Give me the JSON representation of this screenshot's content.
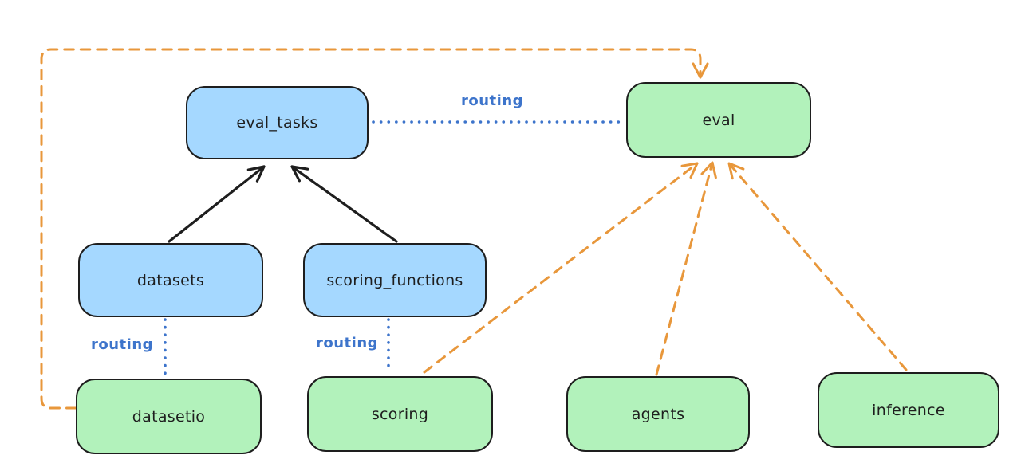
{
  "diagram": {
    "nodes": [
      {
        "id": "eval_tasks",
        "label": "eval_tasks",
        "fill": "#a5d8ff",
        "kind": "resource"
      },
      {
        "id": "eval",
        "label": "eval",
        "fill": "#b2f2bb",
        "kind": "api"
      },
      {
        "id": "datasets",
        "label": "datasets",
        "fill": "#a5d8ff",
        "kind": "resource"
      },
      {
        "id": "scoring_functions",
        "label": "scoring_functions",
        "fill": "#a5d8ff",
        "kind": "resource"
      },
      {
        "id": "datasetio",
        "label": "datasetio",
        "fill": "#b2f2bb",
        "kind": "api"
      },
      {
        "id": "scoring",
        "label": "scoring",
        "fill": "#b2f2bb",
        "kind": "api"
      },
      {
        "id": "agents",
        "label": "agents",
        "fill": "#b2f2bb",
        "kind": "api"
      },
      {
        "id": "inference",
        "label": "inference",
        "fill": "#b2f2bb",
        "kind": "api"
      }
    ],
    "edges": [
      {
        "from": "datasets",
        "to": "eval_tasks",
        "style": "solid-arrow",
        "color": "#1e1e1e",
        "label": ""
      },
      {
        "from": "scoring_functions",
        "to": "eval_tasks",
        "style": "solid-arrow",
        "color": "#1e1e1e",
        "label": ""
      },
      {
        "from": "eval_tasks",
        "to": "eval",
        "style": "dotted",
        "color": "#3d74cb",
        "label": "routing"
      },
      {
        "from": "datasets",
        "to": "datasetio",
        "style": "dotted",
        "color": "#3d74cb",
        "label": "routing"
      },
      {
        "from": "scoring_functions",
        "to": "scoring",
        "style": "dotted",
        "color": "#3d74cb",
        "label": "routing"
      },
      {
        "from": "datasetio",
        "to": "eval",
        "style": "dashed-arrow",
        "color": "#e8973b",
        "label": ""
      },
      {
        "from": "scoring",
        "to": "eval",
        "style": "dashed-arrow",
        "color": "#e8973b",
        "label": ""
      },
      {
        "from": "agents",
        "to": "eval",
        "style": "dashed-arrow",
        "color": "#e8973b",
        "label": ""
      },
      {
        "from": "inference",
        "to": "eval",
        "style": "dashed-arrow",
        "color": "#e8973b",
        "label": ""
      }
    ],
    "colors": {
      "background": "#ffffff",
      "stroke": "#1e1e1e",
      "resource_fill_blue": "#a5d8ff",
      "api_fill_green": "#b2f2bb",
      "routing_blue": "#3d74cb",
      "provider_orange": "#e8973b"
    }
  }
}
